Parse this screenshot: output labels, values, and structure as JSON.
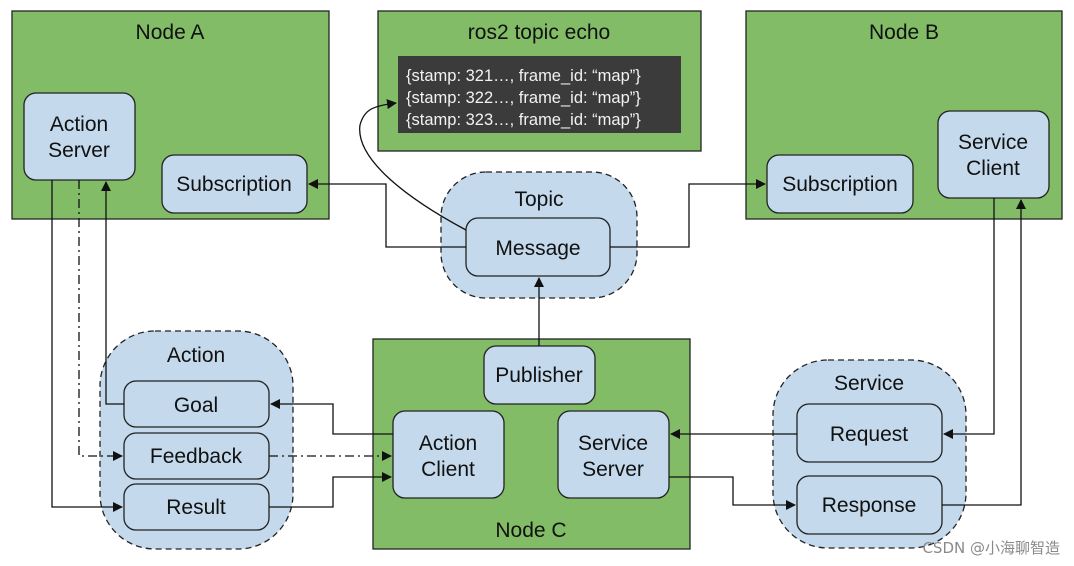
{
  "nodes": {
    "node_a": "Node A",
    "node_b": "Node B",
    "node_c": "Node C",
    "echo": "ros2 topic echo"
  },
  "terminal_lines": [
    "{stamp: 321…, frame_id: “map”}",
    "{stamp: 322…, frame_id: “map”}",
    "{stamp: 323…, frame_id: “map”}"
  ],
  "topic": {
    "title": "Topic",
    "message": "Message"
  },
  "action": {
    "title": "Action",
    "goal": "Goal",
    "feedback": "Feedback",
    "result": "Result"
  },
  "service": {
    "title": "Service",
    "request": "Request",
    "response": "Response"
  },
  "components": {
    "action_server_1": "Action",
    "action_server_2": "Server",
    "subscription_a": "Subscription",
    "subscription_b": "Subscription",
    "service_client_1": "Service",
    "service_client_2": "Client",
    "publisher": "Publisher",
    "action_client_1": "Action",
    "action_client_2": "Client",
    "service_server_1": "Service",
    "service_server_2": "Server"
  },
  "watermark": "CSDN @小海聊智造",
  "colors": {
    "node_green": "#82bc67",
    "box_blue": "#c4d9ec",
    "terminal_bg": "#3b3b3b"
  }
}
